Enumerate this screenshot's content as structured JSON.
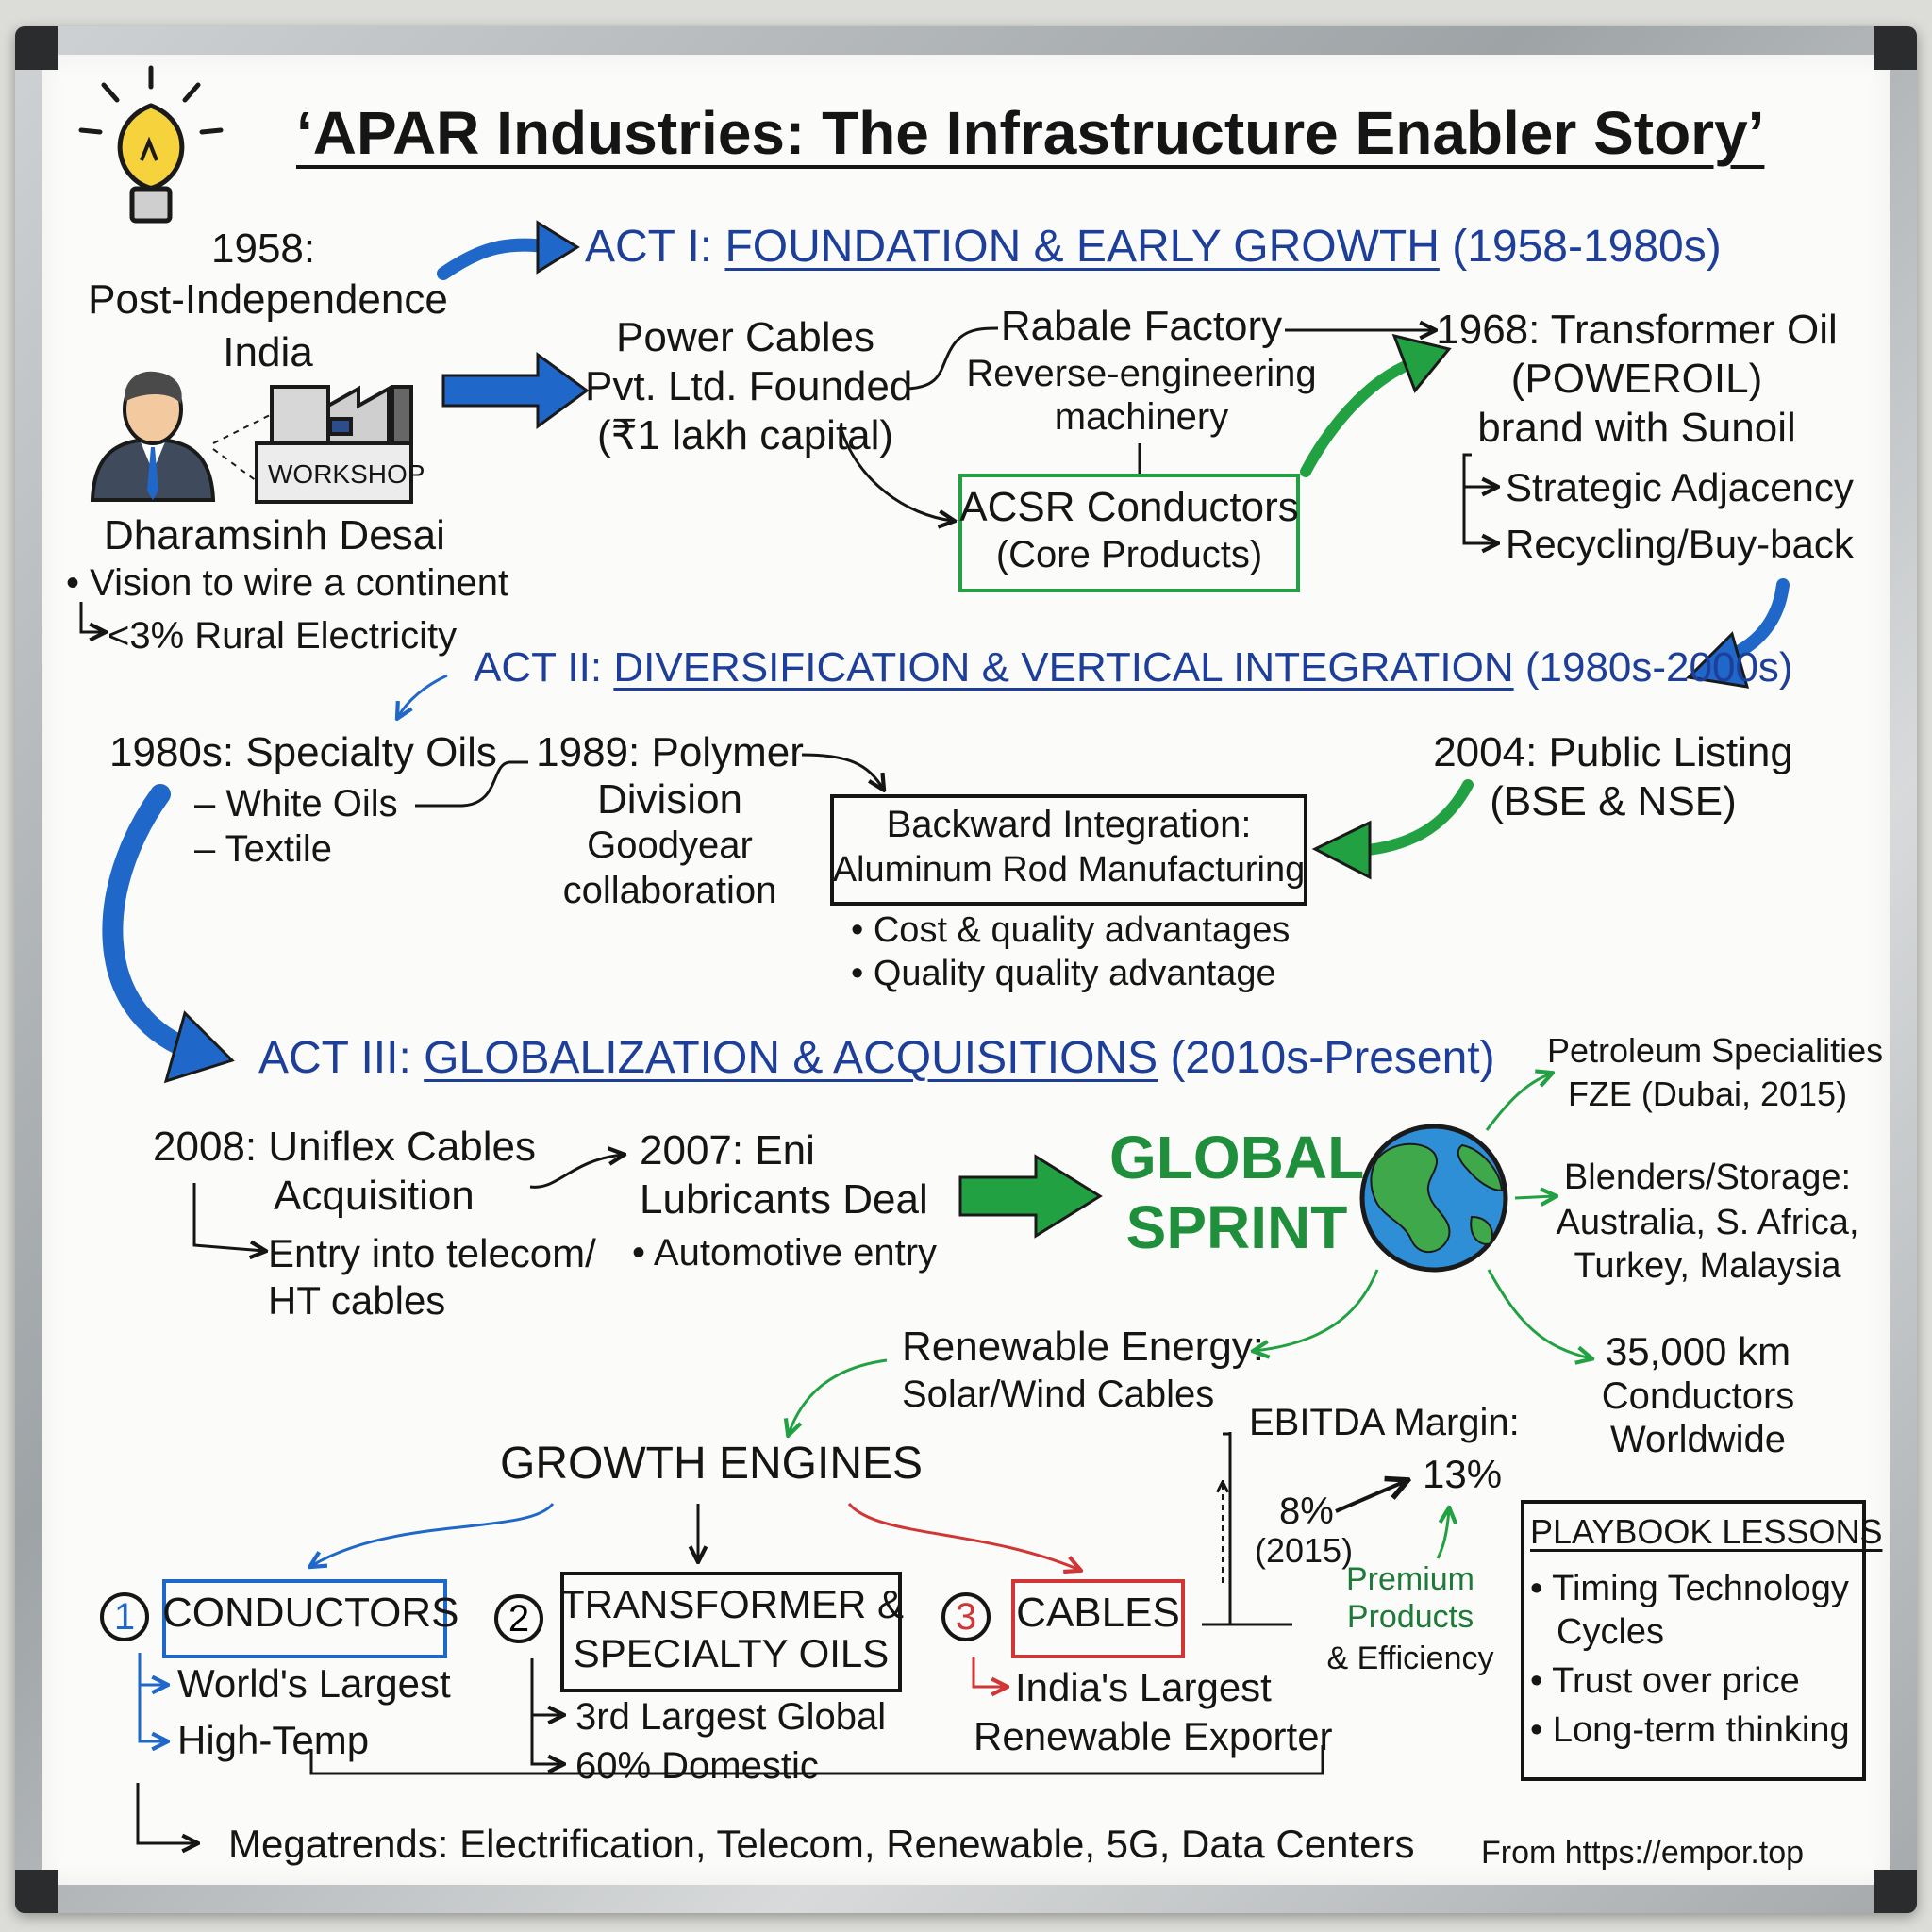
{
  "title": "‘APAR Industries: The Infrastructure Enabler Story’",
  "acts": {
    "act1": {
      "label": "ACT I:",
      "name": "FOUNDATION & EARLY GROWTH",
      "period": "(1958-1980s)"
    },
    "act2": {
      "label": "ACT II:",
      "name": "DIVERSIFICATION & VERTICAL INTEGRATION",
      "period": "(1980s-2000s)"
    },
    "act3": {
      "label": "ACT III:",
      "name": "GLOBALIZATION & ACQUISITIONS",
      "period": "(2010s-Present)"
    }
  },
  "origin": {
    "year": "1958:",
    "line1": "Post-Independence",
    "line2": "India",
    "workshop": "WORKSHOP",
    "founder": "Dharamsinh Desai",
    "vision": "• Vision to wire a continent",
    "rural": "<3% Rural Electricity"
  },
  "act1_nodes": {
    "founded": [
      "Power Cables",
      "Pvt. Ltd. Founded",
      "(₹1 lakh capital)"
    ],
    "rabale": [
      "Rabale Factory",
      "Reverse-engineering",
      "machinery"
    ],
    "acsr": [
      "ACSR Conductors",
      "(Core Products)"
    ],
    "oil": [
      "1968: Transformer Oil",
      "(POWEROIL)",
      "brand with Sunoil"
    ],
    "oil_points": [
      "Strategic Adjacency",
      "Recycling/Buy-back"
    ]
  },
  "act2_nodes": {
    "specialty": [
      "1980s: Specialty Oils",
      "– White Oils",
      "– Textile"
    ],
    "polymer": [
      "1989: Polymer",
      "Division",
      "Goodyear",
      "collaboration"
    ],
    "listing": [
      "2004: Public Listing",
      "(BSE & NSE)"
    ],
    "backward": [
      "Backward Integration:",
      "Aluminum Rod Manufacturing"
    ],
    "backward_points": [
      "• Cost & quality advantages",
      "• Quality quality advantage"
    ]
  },
  "act3_nodes": {
    "uniflex": [
      "2008: Uniflex Cables",
      "Acquisition",
      "Entry into telecom/",
      "HT cables"
    ],
    "eni": [
      "2007: Eni",
      "Lubricants Deal",
      "• Automotive entry"
    ],
    "sprint": [
      "GLOBAL",
      "SPRINT"
    ],
    "dubai": [
      "Petroleum Specialities",
      "FZE (Dubai, 2015)"
    ],
    "blenders": [
      "Blenders/Storage:",
      "Australia, S. Africa,",
      "Turkey, Malaysia"
    ],
    "conductors_km": [
      "35,000 km",
      "Conductors",
      "Worldwide"
    ],
    "renewable": [
      "Renewable Energy:",
      "Solar/Wind Cables"
    ]
  },
  "growth": {
    "title": "GROWTH ENGINES",
    "engines": [
      {
        "num": "1",
        "name": "CONDUCTORS",
        "points": [
          "World's Largest",
          "High-Temp"
        ]
      },
      {
        "num": "2",
        "name": [
          "TRANSFORMER &",
          "SPECIALTY OILS"
        ],
        "points": [
          "3rd Largest Global",
          "60% Domestic"
        ]
      },
      {
        "num": "3",
        "name": "CABLES",
        "points": [
          "India's Largest",
          "Renewable Exporter"
        ]
      }
    ],
    "megatrends": "Megatrends: Electrification, Telecom, Renewable, 5G, Data Centers"
  },
  "ebitda": {
    "title": "EBITDA Margin:",
    "from": "8%",
    "from_year": "(2015)",
    "to": "13%",
    "driver": [
      "Premium",
      "Products",
      "& Efficiency"
    ]
  },
  "playbook": {
    "title": "PLAYBOOK LESSONS",
    "items": [
      "• Timing Technology",
      "Cycles",
      "• Trust over price",
      "• Long-term thinking"
    ]
  },
  "footer": "From https://empor.top",
  "colors": {
    "blue": "#1f67c9",
    "navy": "#1d3f9a",
    "green": "#22a143",
    "red": "#d13636",
    "ink": "#151515"
  }
}
